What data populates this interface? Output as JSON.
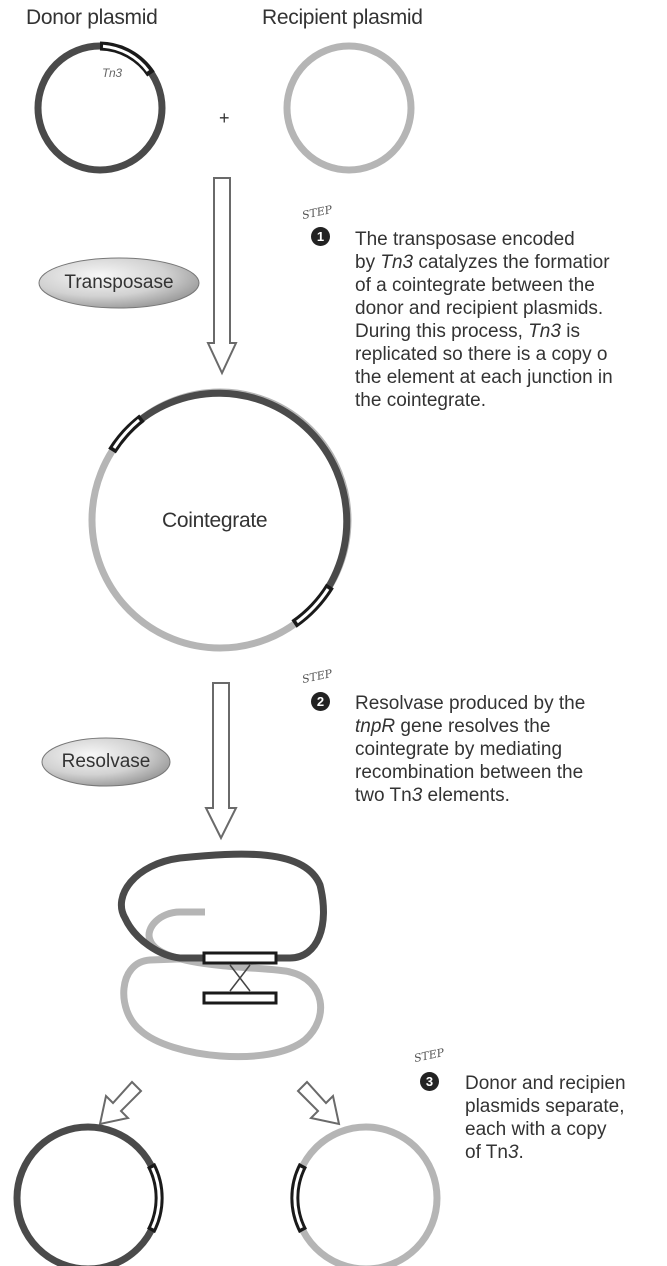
{
  "labels": {
    "donor_plasmid": "Donor plasmid",
    "recipient_plasmid": "Recipient plasmid",
    "tn3_small": "Tn3",
    "plus": "+",
    "cointegrate": "Cointegrate"
  },
  "enzymes": {
    "transposase": "Transposase",
    "resolvase": "Resolvase"
  },
  "steps": [
    {
      "word": "STEP",
      "number": "1",
      "lines": [
        [
          "The transposase encoded"
        ],
        [
          "by ",
          {
            "i": "Tn3"
          },
          " catalyzes the formatior"
        ],
        [
          "of a cointegrate between the"
        ],
        [
          "donor and recipient plasmids."
        ],
        [
          "During this process, ",
          {
            "i": "Tn3"
          },
          " is"
        ],
        [
          "replicated so there is a copy o"
        ],
        [
          "the element at each junction in"
        ],
        [
          "the cointegrate."
        ]
      ]
    },
    {
      "word": "STEP",
      "number": "2",
      "lines": [
        [
          "Resolvase produced by the"
        ],
        [
          {
            "i": "tnpR"
          },
          " gene resolves the"
        ],
        [
          "cointegrate by mediating"
        ],
        [
          "recombination between the"
        ],
        [
          "two Tn",
          {
            "i": "3"
          },
          " elements."
        ]
      ]
    },
    {
      "word": "STEP",
      "number": "3",
      "lines": [
        [
          "Donor and recipien"
        ],
        [
          "plasmids separate,"
        ],
        [
          "each with a copy"
        ],
        [
          "of Tn",
          {
            "i": "3"
          },
          "."
        ]
      ]
    }
  ],
  "colors": {
    "donor_dna": "#4a4a4a",
    "recipient_dna": "#b5b5b5",
    "transposon_fill": "#ffffff",
    "enzyme_fill_light": "#f4f4f4",
    "enzyme_fill_dark": "#9a9a9a",
    "arrow_fill": "#ffffff",
    "arrow_stroke": "#6a6a6a",
    "text": "#333333"
  }
}
